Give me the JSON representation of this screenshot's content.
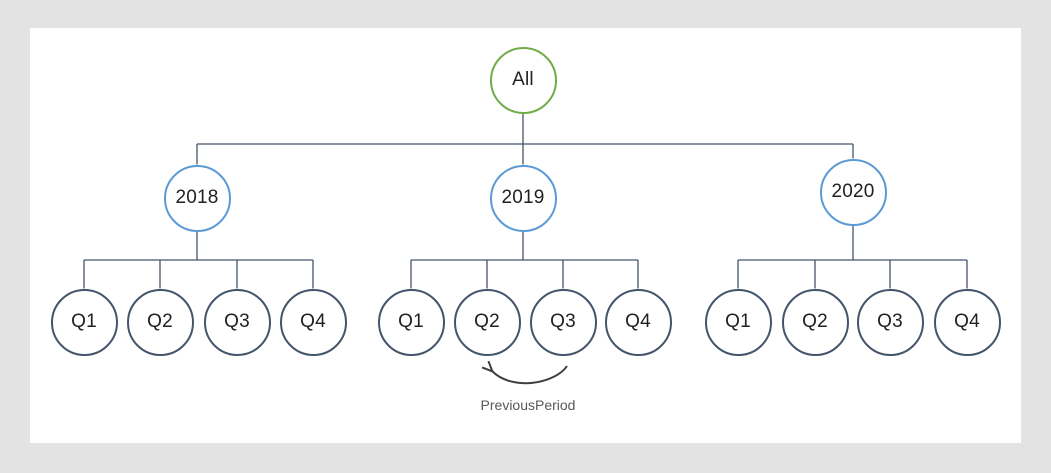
{
  "diagram": {
    "type": "hierarchy-tree",
    "root": {
      "label": "All"
    },
    "years": [
      {
        "label": "2018",
        "quarters": [
          {
            "label": "Q1"
          },
          {
            "label": "Q2"
          },
          {
            "label": "Q3"
          },
          {
            "label": "Q4"
          }
        ]
      },
      {
        "label": "2019",
        "quarters": [
          {
            "label": "Q1"
          },
          {
            "label": "Q2"
          },
          {
            "label": "Q3"
          },
          {
            "label": "Q4"
          }
        ]
      },
      {
        "label": "2020",
        "quarters": [
          {
            "label": "Q1"
          },
          {
            "label": "Q2"
          },
          {
            "label": "Q3"
          },
          {
            "label": "Q4"
          }
        ]
      }
    ],
    "annotation": {
      "label": "PreviousPeriod",
      "points_from": "2019-Q3",
      "points_to": "2019-Q2"
    }
  },
  "colors": {
    "root_border": "#70AD47",
    "year_border": "#5B9BD5",
    "quarter_border": "#44546A",
    "connector": "#44546A",
    "arrow": "#3f3f3f",
    "annotation_text": "#595959",
    "page_background": "#e3e3e3",
    "slide_background": "#ffffff"
  }
}
